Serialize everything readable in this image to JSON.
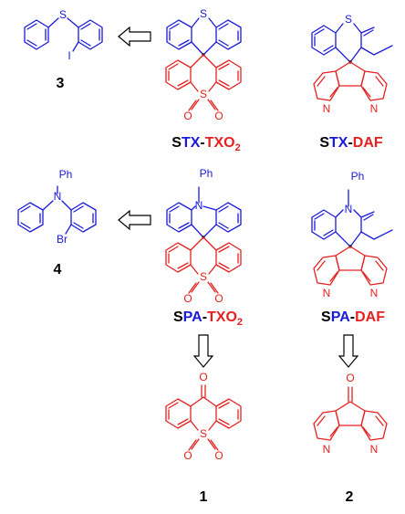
{
  "colors": {
    "donor": "#1a1adc",
    "acceptor": "#e62020",
    "spiro": "#000000",
    "text": "#000000"
  },
  "atoms": {
    "sulfur": "S",
    "iodine": "I",
    "nitrogen": "N",
    "phenyl": "Ph",
    "bromine": "Br",
    "oxygen": "O"
  },
  "compounds": {
    "c3": {
      "number": "3"
    },
    "c4": {
      "number": "4"
    },
    "c1": {
      "number": "1"
    },
    "c2": {
      "number": "2"
    },
    "stx_txo2": {
      "s": "S",
      "donor": "TX",
      "dash": "-",
      "acceptor": "TXO",
      "sub": "2"
    },
    "stx_daf": {
      "s": "S",
      "donor": "TX",
      "dash": "-",
      "acceptor": "DAF"
    },
    "spa_txo2": {
      "s": "S",
      "donor": "PA",
      "dash": "-",
      "acceptor": "TXO",
      "sub": "2"
    },
    "spa_daf": {
      "s": "S",
      "donor": "PA",
      "dash": "-",
      "acceptor": "DAF"
    }
  },
  "arrows": [
    "left-arrow-stx",
    "left-arrow-spa",
    "down-arrow-1",
    "down-arrow-2"
  ]
}
